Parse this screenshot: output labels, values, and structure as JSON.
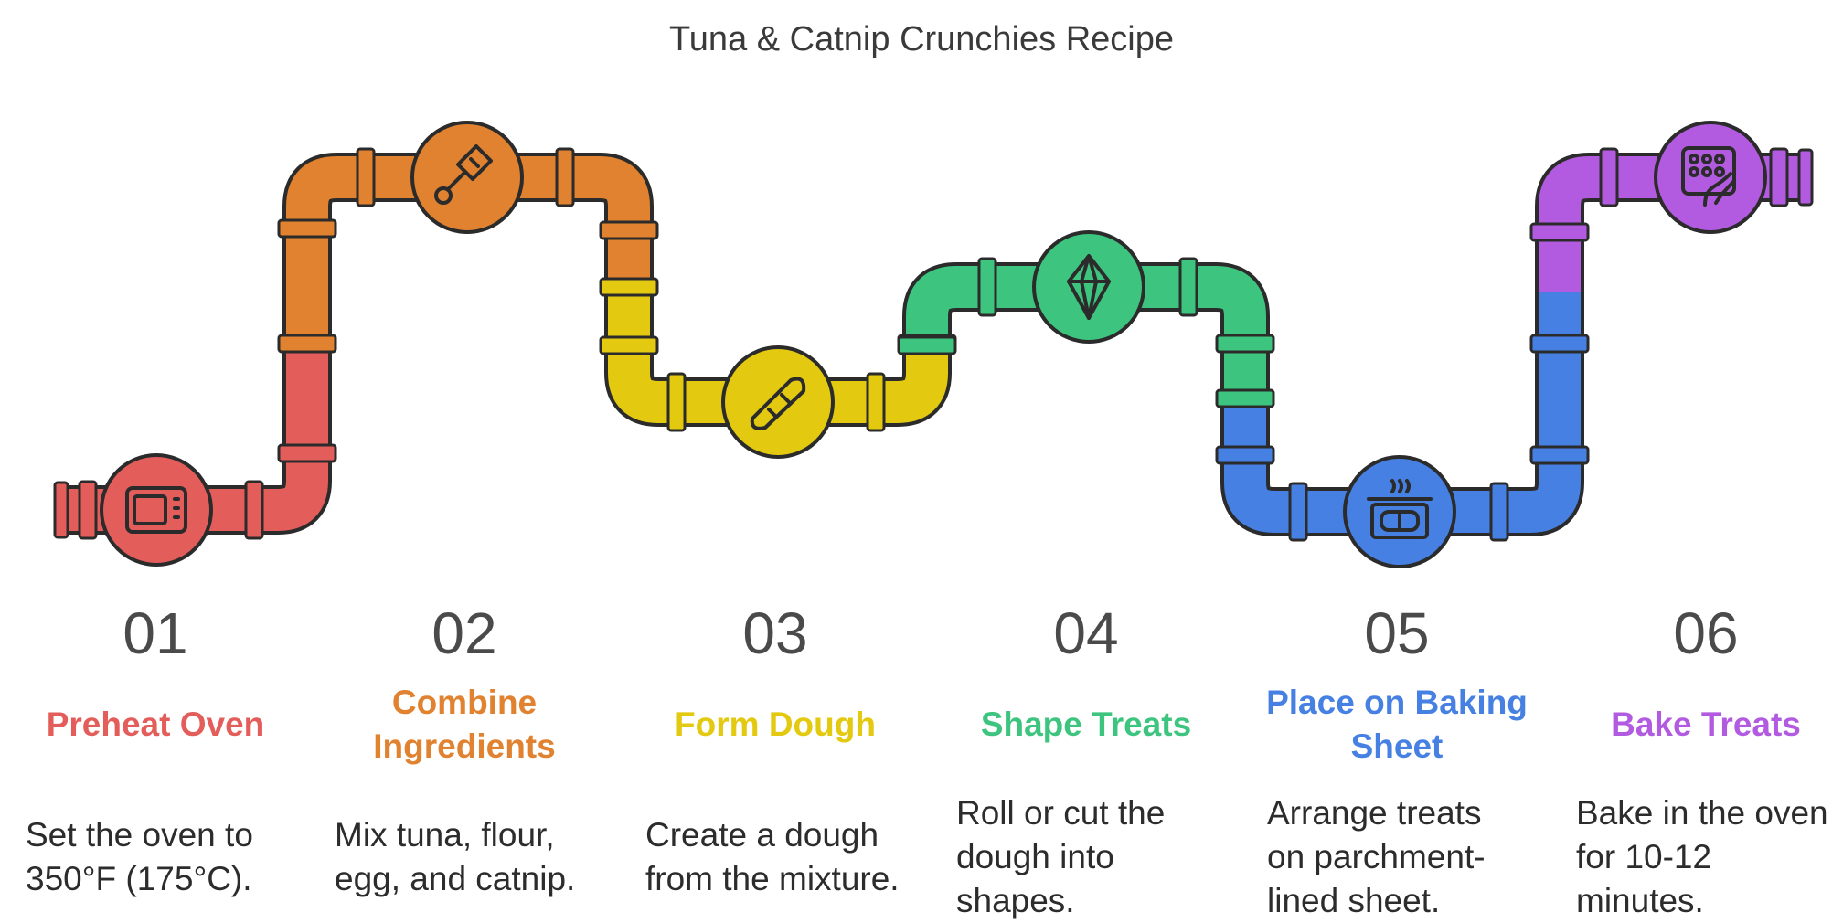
{
  "title": "Tuna & Catnip Crunchies Recipe",
  "steps": [
    {
      "number": "01",
      "title": "Preheat Oven",
      "description": "Set the oven to 350°F (175°C).",
      "color": "#E35D5B",
      "icon": "microwave-oven-icon"
    },
    {
      "number": "02",
      "title": "Combine Ingredients",
      "description": "Mix tuna, flour, egg, and catnip.",
      "color": "#E0822F",
      "icon": "hand-mixer-icon"
    },
    {
      "number": "03",
      "title": "Form Dough",
      "description": "Create a dough from the mixture.",
      "color": "#E3C90F",
      "icon": "dough-roll-icon"
    },
    {
      "number": "04",
      "title": "Shape Treats",
      "description": "Roll or cut the dough into shapes.",
      "color": "#3DC47E",
      "icon": "diamond-shape-icon"
    },
    {
      "number": "05",
      "title": "Place on Baking Sheet",
      "description": "Arrange treats on parchment-lined sheet.",
      "color": "#4580E2",
      "icon": "baking-tray-icon"
    },
    {
      "number": "06",
      "title": "Bake Treats",
      "description": "Bake in the oven for 10-12 minutes.",
      "color": "#B35BE0",
      "icon": "oven-tray-hand-icon"
    }
  ]
}
